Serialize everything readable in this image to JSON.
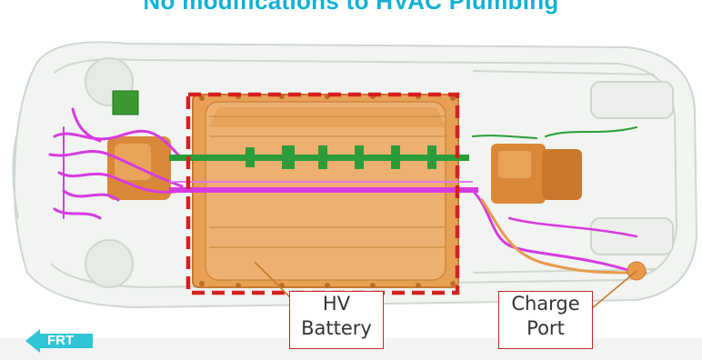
{
  "header": {
    "title": "No modifications to HVAC Plumbing"
  },
  "callouts": {
    "battery_line1": "HV",
    "battery_line2": "Battery",
    "charge_line1": "Charge",
    "charge_line2": "Port"
  },
  "direction": {
    "label": "FRT"
  },
  "colors": {
    "title": "#12b1d6",
    "battery": "#e8a055",
    "battery_dark": "#c9792f",
    "harness_magenta": "#d63be0",
    "harness_green": "#2a9d3a",
    "callout_red": "#d42020",
    "arrow_teal": "#2ec6d6"
  }
}
